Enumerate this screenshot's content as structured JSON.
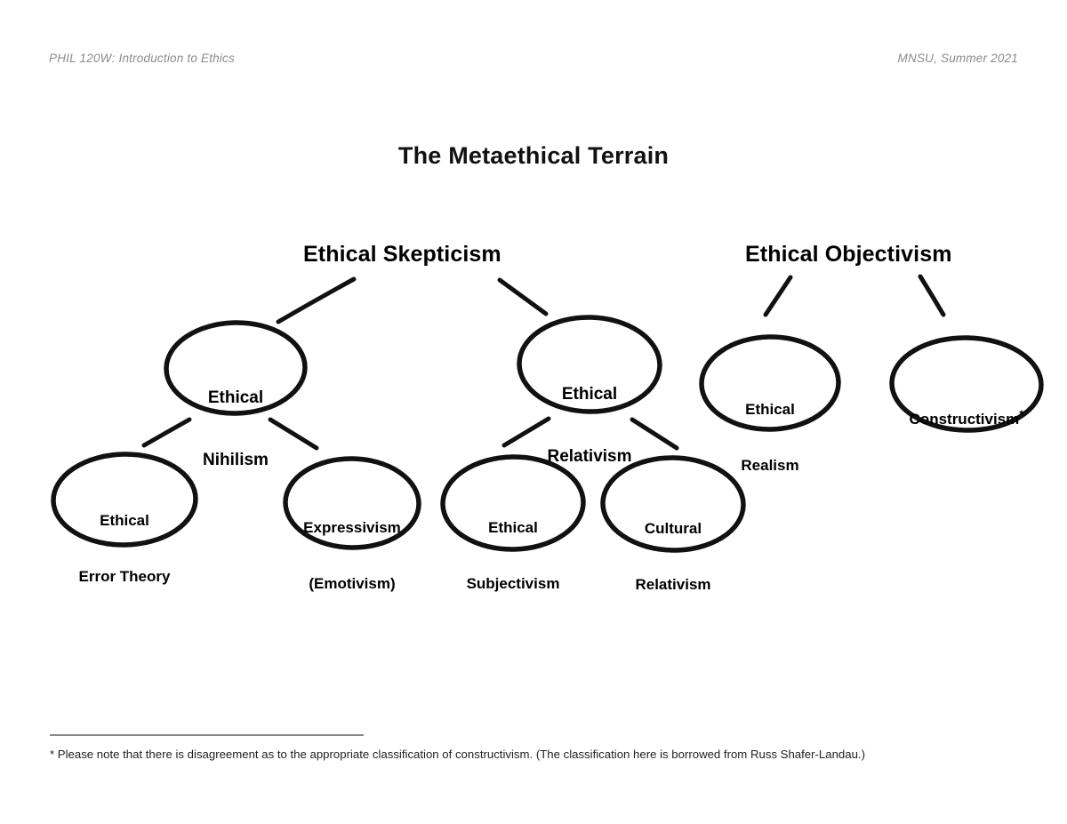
{
  "header": {
    "left": "PHIL 120W: Introduction to Ethics",
    "right": "MNSU, Summer 2021"
  },
  "title": "The Metaethical Terrain",
  "diagram": {
    "headings": [
      {
        "id": "skepticism",
        "label": "Ethical Skepticism"
      },
      {
        "id": "objectivism",
        "label": "Ethical Objectivism"
      }
    ],
    "nodes": [
      {
        "id": "ethical-nihilism",
        "line1": "Ethical",
        "line2": "Nihilism"
      },
      {
        "id": "ethical-relativism",
        "line1": "Ethical",
        "line2": "Relativism"
      },
      {
        "id": "ethical-realism",
        "line1": "Ethical",
        "line2": "Realism"
      },
      {
        "id": "constructivism",
        "line1": "Constructivism",
        "line2": "",
        "superscript": "*"
      },
      {
        "id": "ethical-error-theory",
        "line1": "Ethical",
        "line2": "Error Theory"
      },
      {
        "id": "expressivism",
        "line1": "Expressivism",
        "line2": "(Emotivism)"
      },
      {
        "id": "ethical-subjectivism",
        "line1": "Ethical",
        "line2": "Subjectivism"
      },
      {
        "id": "cultural-relativism",
        "line1": "Cultural",
        "line2": "Relativism"
      }
    ],
    "connections": [
      {
        "from": "skepticism",
        "to": "ethical-nihilism"
      },
      {
        "from": "skepticism",
        "to": "ethical-relativism"
      },
      {
        "from": "objectivism",
        "to": "ethical-realism"
      },
      {
        "from": "objectivism",
        "to": "constructivism"
      },
      {
        "from": "ethical-nihilism",
        "to": "ethical-error-theory"
      },
      {
        "from": "ethical-nihilism",
        "to": "expressivism"
      },
      {
        "from": "ethical-relativism",
        "to": "ethical-subjectivism"
      },
      {
        "from": "ethical-relativism",
        "to": "cultural-relativism"
      }
    ],
    "stroke_color": "#000000"
  },
  "footnote": {
    "marker": "*",
    "text": "* Please note that there is  disagreement as to the appropriate classification of constructivism. (The classification here is borrowed from Russ Shafer-Landau.)"
  }
}
